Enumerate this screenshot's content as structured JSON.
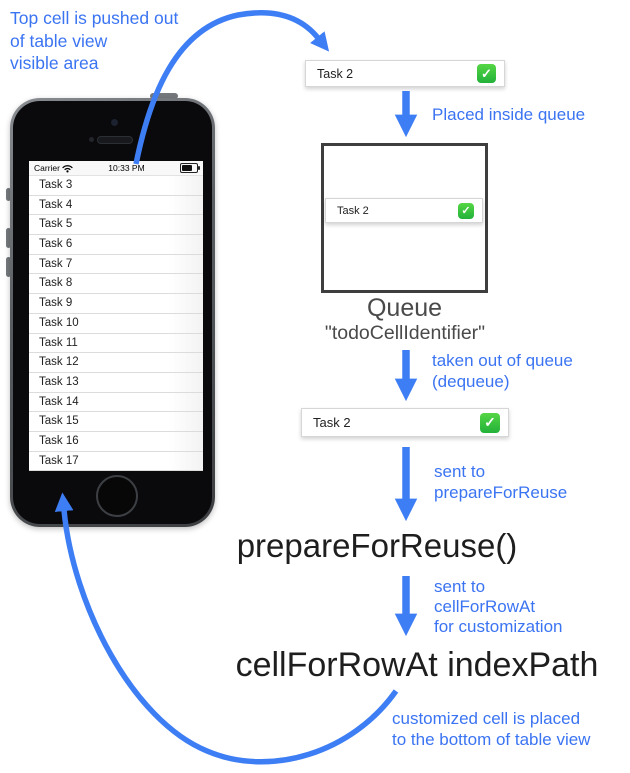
{
  "colors": {
    "accent_blue": "#3b74f2",
    "arrow_blue": "#3e7ef5",
    "check_green": "#22b13a",
    "method_ink": "#1e1e1e"
  },
  "annotations": {
    "top_left": "Top cell is pushed out\nof table view\nvisible area",
    "placed_inside_queue": "Placed inside queue",
    "taken_out": "taken out of queue\n(dequeue)",
    "sent_to_prepare": "sent to\nprepareForReuse",
    "sent_to_cellfor": "sent to\ncellForRowAt\nfor customization",
    "customized": "customized cell is placed\nto the bottom of table view"
  },
  "queue": {
    "label": "Queue",
    "identifier": "\"todoCellIdentifier\""
  },
  "methods": {
    "prepare": "prepareForReuse()",
    "cellforrow": "cellForRowAt indexPath"
  },
  "diagram": {
    "cell_label": "Task 2",
    "check_glyph": "✓"
  },
  "phone": {
    "status": {
      "carrier": "Carrier",
      "time": "10:33 PM"
    },
    "rows": [
      "Task 3",
      "Task 4",
      "Task 5",
      "Task 6",
      "Task 7",
      "Task 8",
      "Task 9",
      "Task 10",
      "Task 11",
      "Task 12",
      "Task 13",
      "Task 14",
      "Task 15",
      "Task 16",
      "Task 17"
    ]
  }
}
